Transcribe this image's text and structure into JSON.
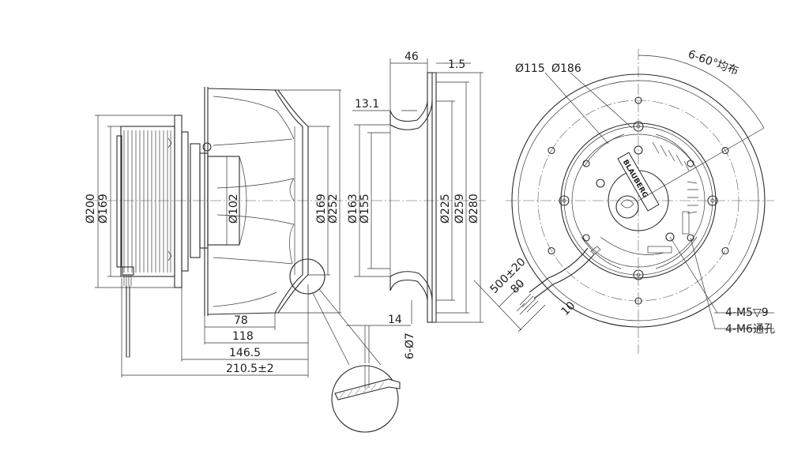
{
  "dimensions": {
    "front_left": {
      "d200": "Ø200",
      "d169": "Ø169"
    },
    "wheel": {
      "d102": "Ø102",
      "d169": "Ø169",
      "d252": "Ø252"
    },
    "inlet": {
      "w46": "46",
      "w1_5": "1.5",
      "w13_1": "13.1",
      "d163": "Ø163",
      "d155": "Ø155",
      "d225": "Ø225",
      "d259": "Ø259",
      "d280": "Ø280",
      "w14": "14",
      "holes": "6-Ø7"
    },
    "bottom": {
      "l78": "78",
      "l118": "118",
      "l146_5": "146.5",
      "l210_5": "210.5±2"
    },
    "rear": {
      "d115": "Ø115",
      "d186": "Ø186",
      "holes_angle": "6-60°均布",
      "cable_length": "500±20",
      "strip_80": "80",
      "strip_10": "10",
      "m5": "4-M5▽9",
      "m6": "4-M6通孔"
    }
  },
  "logo_text": "BLAUBERG"
}
